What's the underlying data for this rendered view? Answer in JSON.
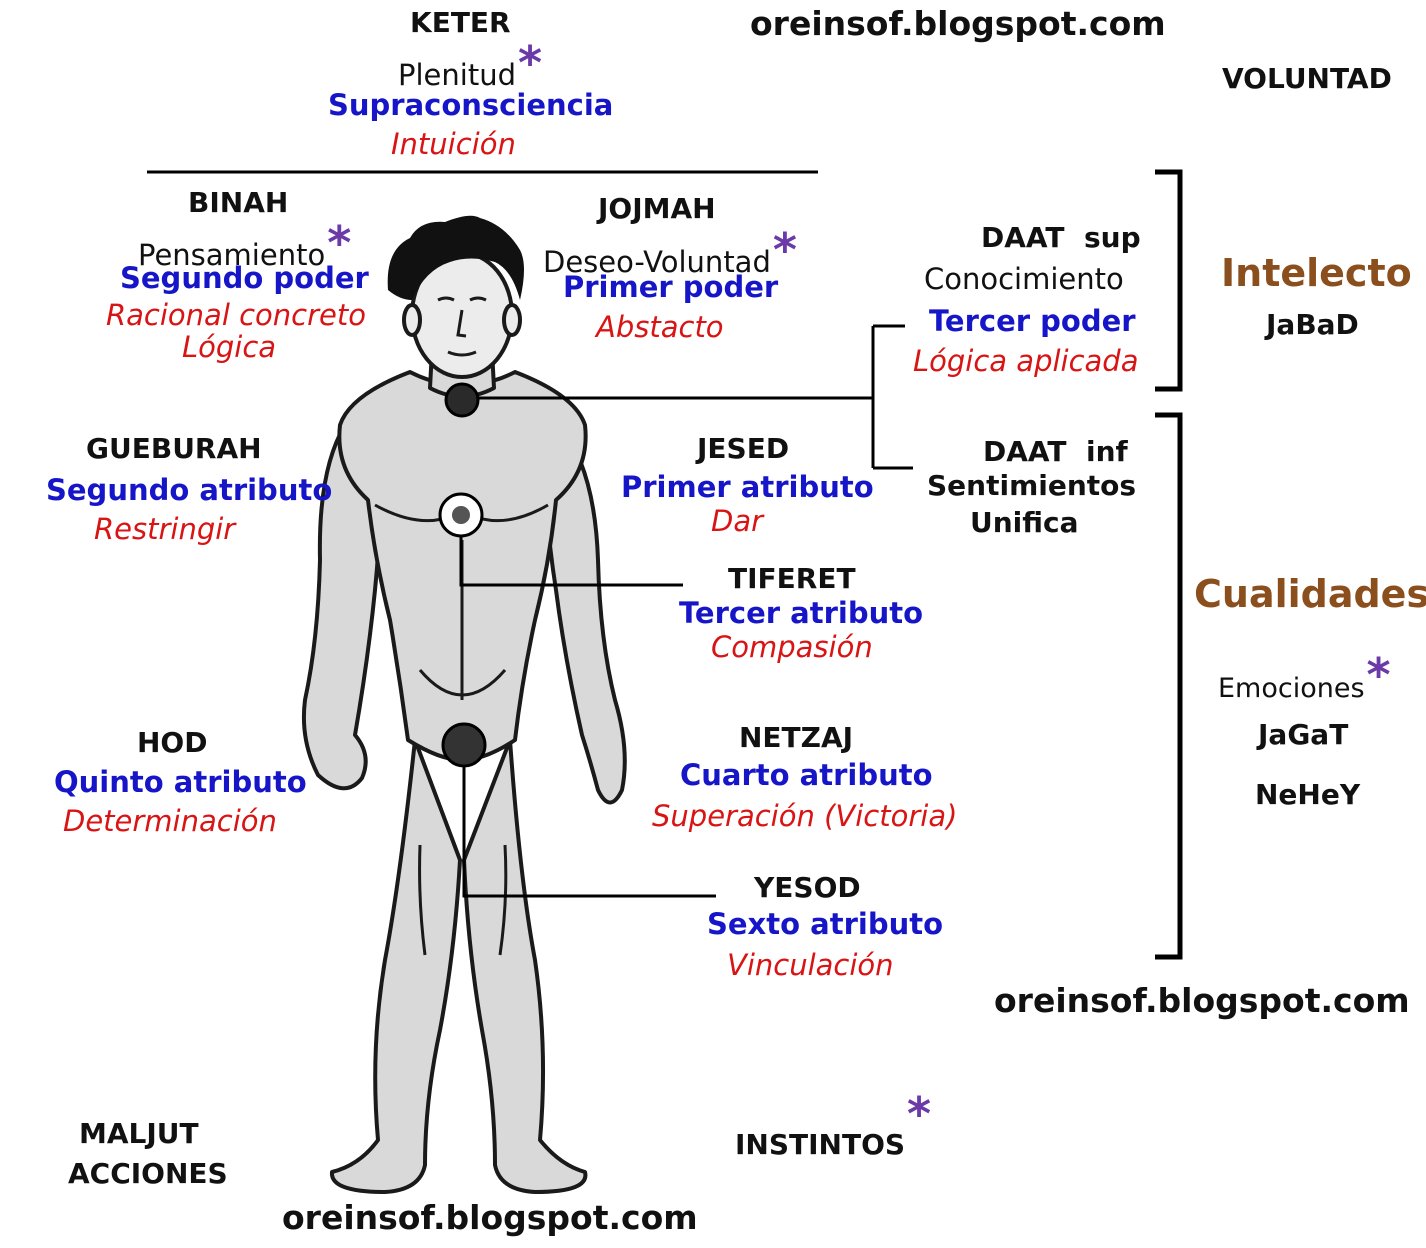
{
  "watermark": "oreinsof.blogspot.com",
  "asterisk": "*",
  "keter": {
    "title": "KETER",
    "line1": "Plenitud",
    "power": "Supraconsciencia",
    "quality": "Intuición"
  },
  "voluntad": "VOLUNTAD",
  "binah": {
    "title": "BINAH",
    "line1": "Pensamiento",
    "power": "Segundo poder",
    "quality1": "Racional concreto",
    "quality2": "Lógica"
  },
  "jojmah": {
    "title": "JOJMAH",
    "line1": "Deseo-Voluntad",
    "power": "Primer poder",
    "quality": "Abstacto"
  },
  "daat_sup": {
    "title": "DAAT  sup",
    "line1": "Conocimiento",
    "power": "Tercer poder",
    "quality": "Lógica aplicada"
  },
  "intelecto": {
    "title": "Intelecto",
    "acronym": "JaBaD"
  },
  "gueburah": {
    "title": "GUEBURAH",
    "attribute": "Segundo atributo",
    "quality": "Restringir"
  },
  "jesed": {
    "title": "JESED",
    "attribute": "Primer atributo",
    "quality": "Dar"
  },
  "daat_inf": {
    "title": "DAAT  inf",
    "line1": "Sentimientos",
    "line2": "Unifica"
  },
  "tiferet": {
    "title": "TIFERET",
    "attribute": "Tercer atributo",
    "quality": "Compasión"
  },
  "cualidades": {
    "title": "Cualidades",
    "line1": "Emociones",
    "acronym1": "JaGaT",
    "acronym2": "NeHeY"
  },
  "hod": {
    "title": "HOD",
    "attribute": "Quinto atributo",
    "quality": "Determinación"
  },
  "netzaj": {
    "title": "NETZAJ",
    "attribute": "Cuarto atributo",
    "quality": "Superación (Victoria)"
  },
  "yesod": {
    "title": "YESOD",
    "attribute": "Sexto atributo",
    "quality": "Vinculación"
  },
  "maljut": {
    "line1": "MALJUT",
    "line2": "ACCIONES"
  },
  "instintos": "INSTINTOS"
}
